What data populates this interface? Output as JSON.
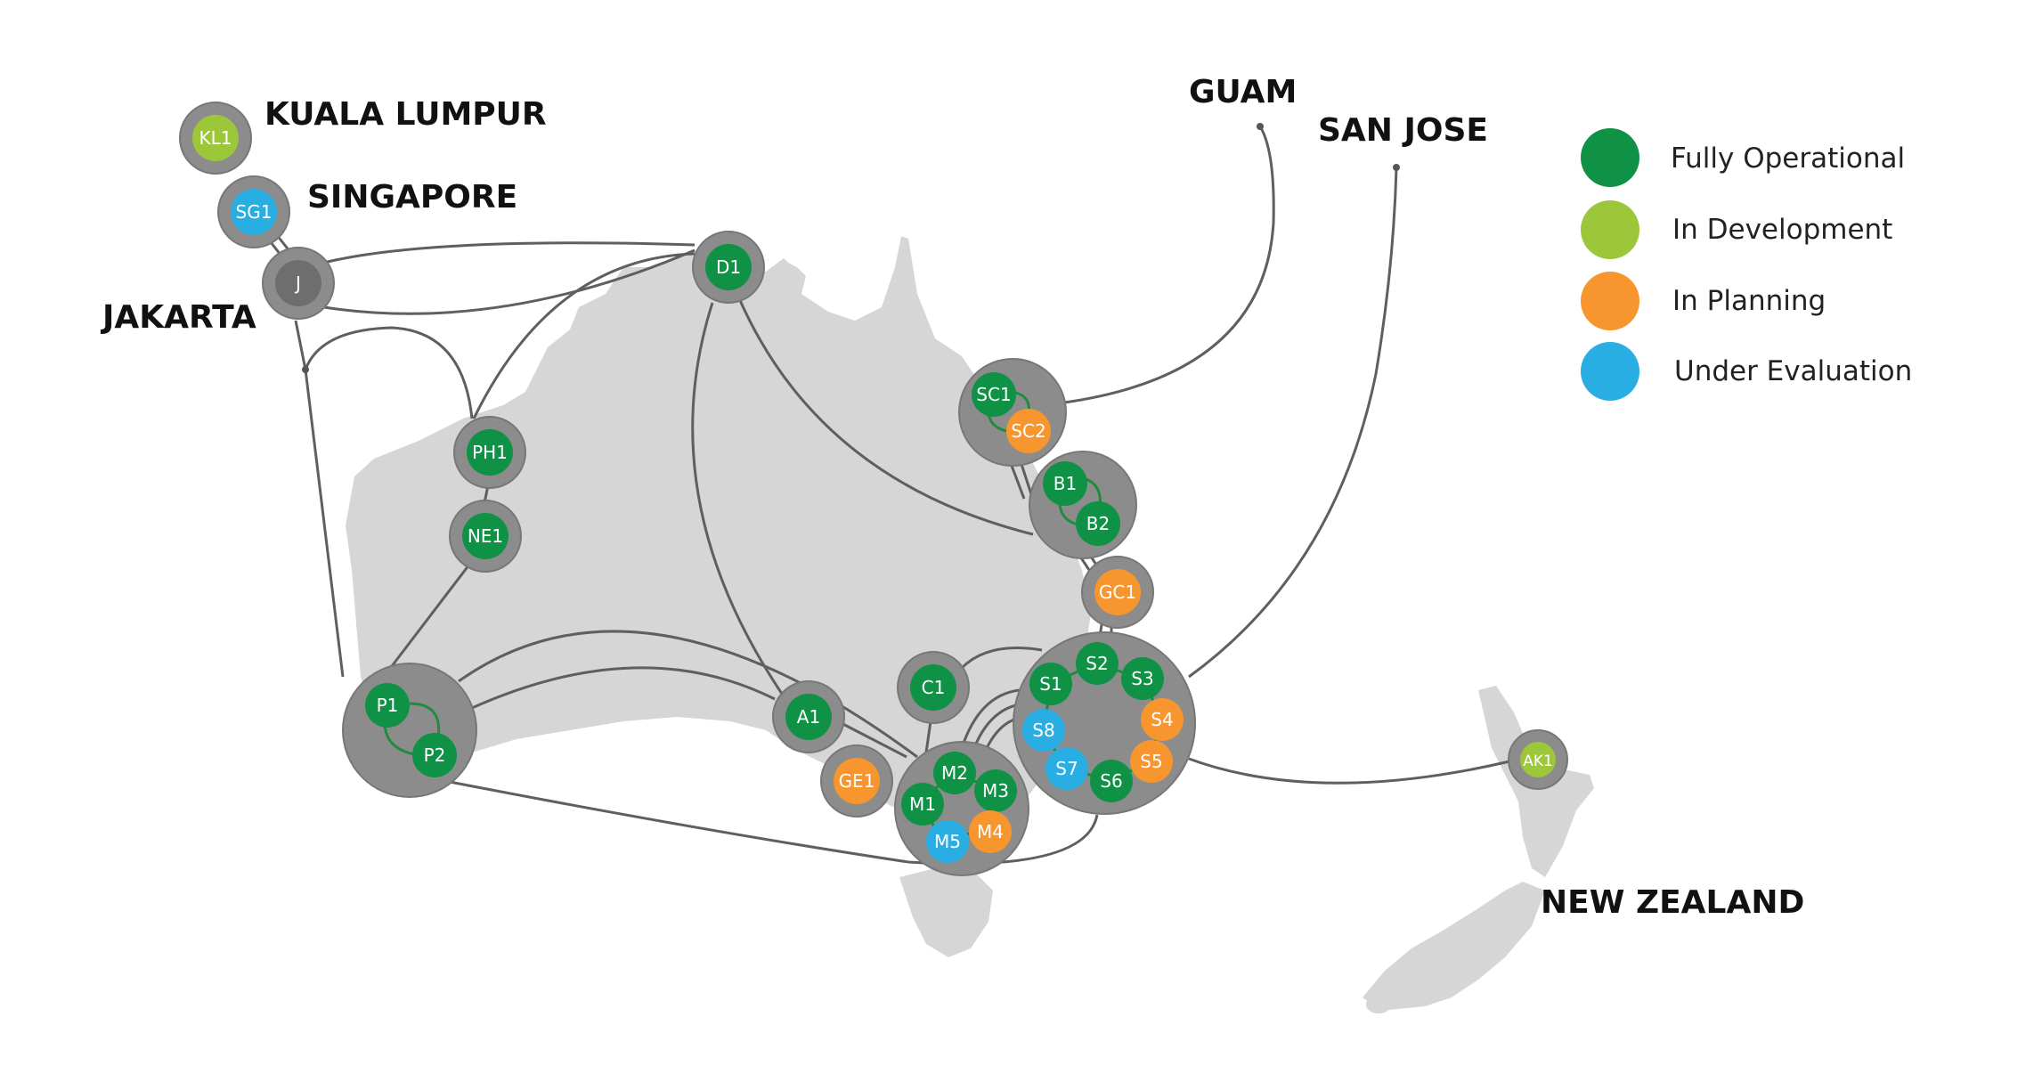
{
  "colors": {
    "fully_operational": "#0f9146",
    "in_development": "#9cc73a",
    "in_planning": "#f7962e",
    "under_evaluation": "#29aee3",
    "gateway": "#6e6e6e",
    "site": "#8c8c8c",
    "land": "#d6d6d6",
    "link": "#5f5f5f"
  },
  "legend": [
    {
      "status": "fully_operational",
      "label": "Fully Operational"
    },
    {
      "status": "in_development",
      "label": "In Development"
    },
    {
      "status": "in_planning",
      "label": "In Planning"
    },
    {
      "status": "under_evaluation",
      "label": "Under Evaluation"
    }
  ],
  "places": {
    "kuala_lumpur": "KUALA LUMPUR",
    "singapore": "SINGAPORE",
    "jakarta": "JAKARTA",
    "guam": "GUAM",
    "san_jose": "SAN JOSE",
    "new_zealand": "NEW ZEALAND"
  },
  "nodes": {
    "KL1": {
      "label": "KL1",
      "status": "in_development"
    },
    "SG1": {
      "label": "SG1",
      "status": "under_evaluation"
    },
    "J": {
      "label": "J",
      "status": "gateway"
    },
    "D1": {
      "label": "D1",
      "status": "fully_operational"
    },
    "PH1": {
      "label": "PH1",
      "status": "fully_operational"
    },
    "NE1": {
      "label": "NE1",
      "status": "fully_operational"
    },
    "P1": {
      "label": "P1",
      "status": "fully_operational"
    },
    "P2": {
      "label": "P2",
      "status": "fully_operational"
    },
    "A1": {
      "label": "A1",
      "status": "fully_operational"
    },
    "C1": {
      "label": "C1",
      "status": "fully_operational"
    },
    "GE1": {
      "label": "GE1",
      "status": "in_planning"
    },
    "M1": {
      "label": "M1",
      "status": "fully_operational"
    },
    "M2": {
      "label": "M2",
      "status": "fully_operational"
    },
    "M3": {
      "label": "M3",
      "status": "fully_operational"
    },
    "M4": {
      "label": "M4",
      "status": "in_planning"
    },
    "M5": {
      "label": "M5",
      "status": "under_evaluation"
    },
    "SC1": {
      "label": "SC1",
      "status": "fully_operational"
    },
    "SC2": {
      "label": "SC2",
      "status": "in_planning"
    },
    "B1": {
      "label": "B1",
      "status": "fully_operational"
    },
    "B2": {
      "label": "B2",
      "status": "fully_operational"
    },
    "GC1": {
      "label": "GC1",
      "status": "in_planning"
    },
    "S1": {
      "label": "S1",
      "status": "fully_operational"
    },
    "S2": {
      "label": "S2",
      "status": "fully_operational"
    },
    "S3": {
      "label": "S3",
      "status": "fully_operational"
    },
    "S4": {
      "label": "S4",
      "status": "in_planning"
    },
    "S5": {
      "label": "S5",
      "status": "in_planning"
    },
    "S6": {
      "label": "S6",
      "status": "fully_operational"
    },
    "S7": {
      "label": "S7",
      "status": "under_evaluation"
    },
    "S8": {
      "label": "S8",
      "status": "under_evaluation"
    },
    "AK1": {
      "label": "AK1",
      "status": "in_development"
    }
  }
}
